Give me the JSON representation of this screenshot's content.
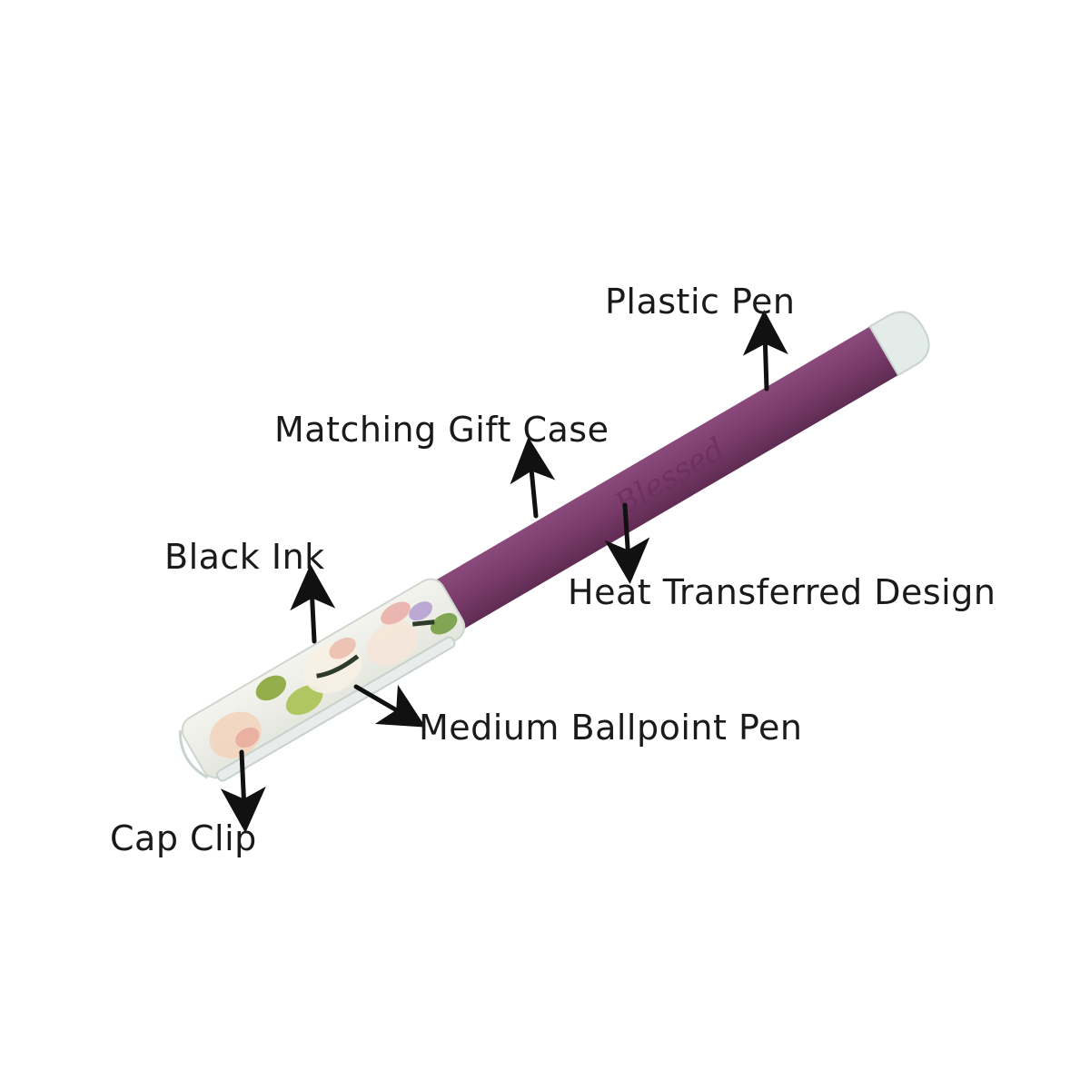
{
  "product": {
    "engraving": "Blessed",
    "barrel_color": "#7a3b6b",
    "cap_tip_color": "#e4ecea",
    "floral_colors": [
      "#f3d7c4",
      "#e9a8a0",
      "#8aa63a",
      "#b39bd0",
      "#2f3b2a"
    ]
  },
  "callouts": {
    "plastic_pen": "Plastic Pen",
    "matching_gift_case": "Matching Gift Case",
    "black_ink": "Black Ink",
    "heat_transferred_design": "Heat Transferred Design",
    "medium_ballpoint_pen": "Medium Ballpoint Pen",
    "cap_clip": "Cap Clip"
  }
}
